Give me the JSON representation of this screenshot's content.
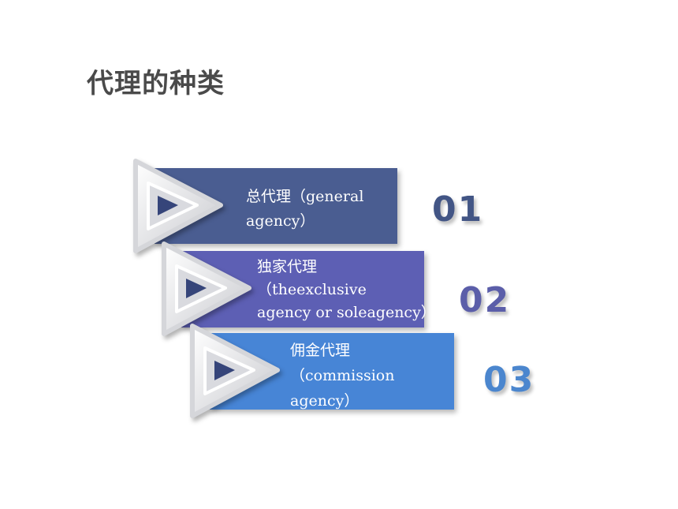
{
  "slide": {
    "title": "代理的种类"
  },
  "colors": {
    "band_1": "#4a5d91",
    "band_2": "#5d5fb4",
    "band_3": "#4785d6",
    "num_1": "#425585",
    "num_2": "#5b5ea9",
    "num_3": "#4b86ce",
    "triangle_face": "#e9e9ec",
    "triangle_inner": "#36457a"
  },
  "items": [
    {
      "number": "01",
      "name_cn": "总代理",
      "en_line1": "（general",
      "en_line2": "agency）",
      "icon": "play-triangle-icon"
    },
    {
      "number": "02",
      "name_cn": "独家代理",
      "en_line1": "（theexclusive",
      "en_line2": "agency or soleagency）",
      "icon": "play-triangle-icon"
    },
    {
      "number": "03",
      "name_cn": "佣金代理",
      "en_line1": "（commission",
      "en_line2": "agency）",
      "icon": "play-triangle-icon"
    }
  ]
}
